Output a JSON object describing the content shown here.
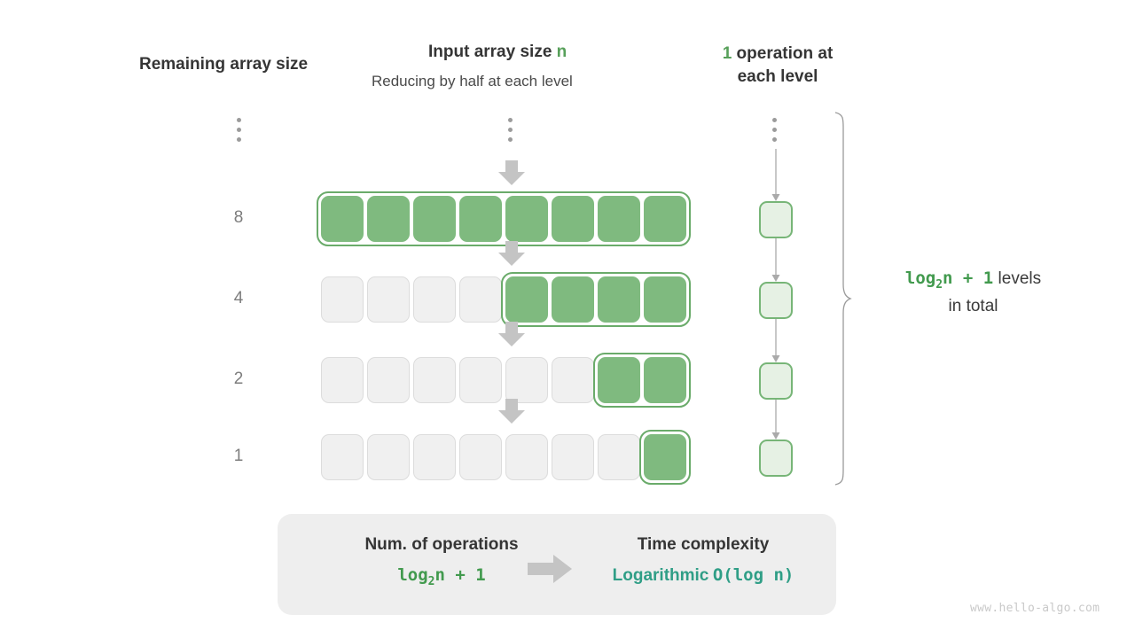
{
  "headers": {
    "left": "Remaining array size",
    "middle_prefix": "Input array size ",
    "middle_var": "n",
    "middle_sub": "Reducing by half at each level",
    "right_count": "1",
    "right_text": " operation at each level"
  },
  "rows": [
    {
      "label": "8",
      "total_cells": 8,
      "filled_cells": 8,
      "filled_start": 0
    },
    {
      "label": "4",
      "total_cells": 8,
      "filled_cells": 4,
      "filled_start": 4
    },
    {
      "label": "2",
      "total_cells": 8,
      "filled_cells": 2,
      "filled_start": 6
    },
    {
      "label": "1",
      "total_cells": 8,
      "filled_cells": 1,
      "filled_start": 7
    }
  ],
  "operation_cells": 4,
  "brace_caption": {
    "formula": "log₂n + 1",
    "text_line1": "  levels",
    "text_line2": "in total"
  },
  "summary": {
    "left_title": "Num. of operations",
    "left_value": "log₂n + 1",
    "right_title": "Time complexity",
    "right_value_word": "Logarithmic",
    "right_value_mono": "O(log n)"
  },
  "watermark": "www.hello-algo.com",
  "colors": {
    "green_fill": "#7fba7f",
    "green_border": "#6aab6a",
    "green_text": "#57a05a",
    "green_mono": "#429a4e",
    "teal": "#2f9e86",
    "gray_cell": "#f0f0f0",
    "gray_cell_border": "#dcdcdc",
    "arrow_gray": "#c4c4c4",
    "panel_bg": "#eeeeee"
  }
}
